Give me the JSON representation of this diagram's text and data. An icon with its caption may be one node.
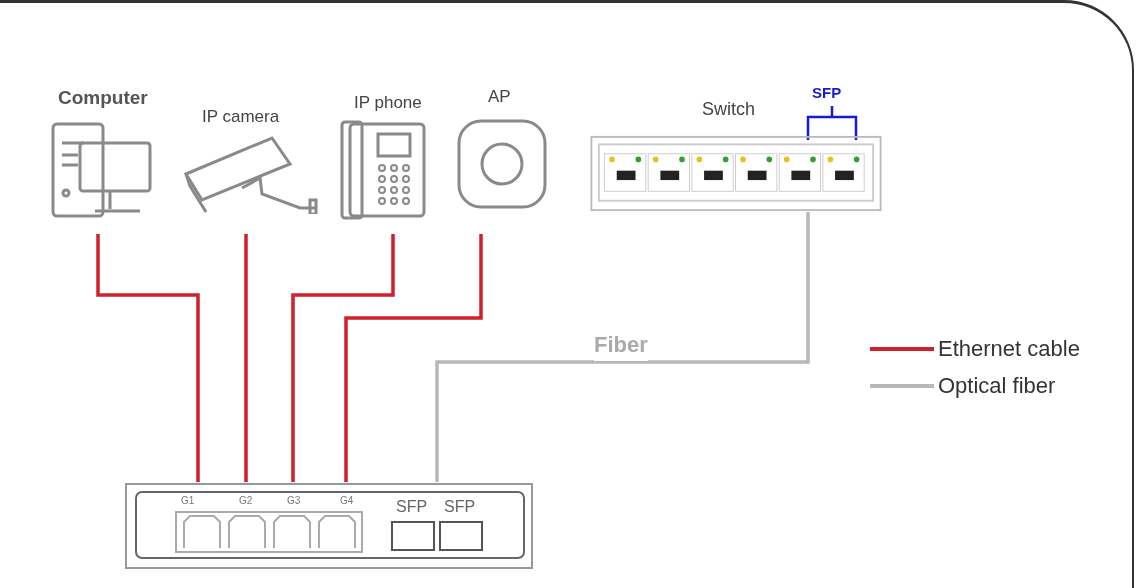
{
  "diagram": {
    "nodes": [
      {
        "text": [
          "Computer"
        ]
      },
      {
        "text": [
          "IP camera"
        ]
      },
      {
        "text": [
          "IP phone"
        ]
      },
      {
        "text": [
          "AP"
        ]
      },
      {
        "text": [
          "Switch"
        ]
      },
      {
        "text": [],
        "shape": "box"
      }
    ],
    "edges": [
      {
        "from": 0,
        "to": 5,
        "arrow": "none"
      },
      {
        "from": 1,
        "to": 5,
        "arrow": "none"
      },
      {
        "from": 2,
        "to": 5,
        "arrow": "none"
      },
      {
        "from": 3,
        "to": 5,
        "arrow": "none"
      },
      {
        "from": 4,
        "to": 5,
        "arrow": "none",
        "label": "Fiber",
        "color": "#b8b8b8"
      }
    ],
    "labels": [
      "SFP",
      "G1",
      "G2",
      "G3",
      "G4",
      "SFP",
      "SFP"
    ],
    "legend": [
      {
        "text": "Ethernet cable",
        "color": "#d0202a"
      },
      {
        "text": "Optical fiber",
        "color": "#b8b8b8"
      }
    ]
  }
}
